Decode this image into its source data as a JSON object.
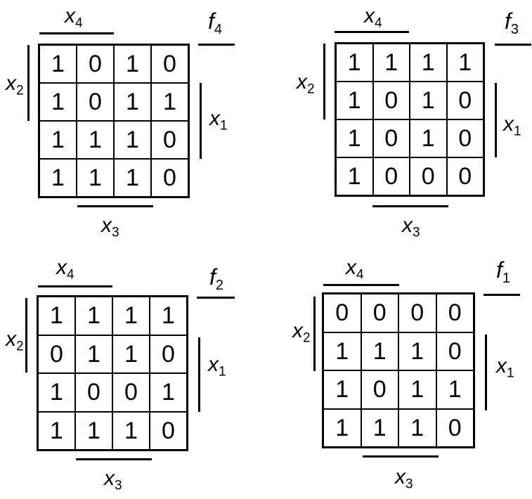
{
  "maps": [
    {
      "function_label": "f",
      "function_index": "4",
      "var_top": "x",
      "var_top_index": "4",
      "var_left": "x",
      "var_left_index": "2",
      "var_right": "x",
      "var_right_index": "1",
      "var_bottom": "x",
      "var_bottom_index": "3",
      "cells": [
        [
          "1",
          "0",
          "1",
          "0"
        ],
        [
          "1",
          "0",
          "1",
          "1"
        ],
        [
          "1",
          "1",
          "1",
          "0"
        ],
        [
          "1",
          "1",
          "1",
          "0"
        ]
      ]
    },
    {
      "function_label": "f",
      "function_index": "3",
      "var_top": "x",
      "var_top_index": "4",
      "var_left": "x",
      "var_left_index": "2",
      "var_right": "x",
      "var_right_index": "1",
      "var_bottom": "x",
      "var_bottom_index": "3",
      "cells": [
        [
          "1",
          "1",
          "1",
          "1"
        ],
        [
          "1",
          "0",
          "1",
          "0"
        ],
        [
          "1",
          "0",
          "1",
          "0"
        ],
        [
          "1",
          "0",
          "0",
          "0"
        ]
      ]
    },
    {
      "function_label": "f",
      "function_index": "2",
      "var_top": "x",
      "var_top_index": "4",
      "var_left": "x",
      "var_left_index": "2",
      "var_right": "x",
      "var_right_index": "1",
      "var_bottom": "x",
      "var_bottom_index": "3",
      "cells": [
        [
          "1",
          "1",
          "1",
          "1"
        ],
        [
          "0",
          "1",
          "1",
          "0"
        ],
        [
          "1",
          "0",
          "0",
          "1"
        ],
        [
          "1",
          "1",
          "1",
          "0"
        ]
      ]
    },
    {
      "function_label": "f",
      "function_index": "1",
      "var_top": "x",
      "var_top_index": "4",
      "var_left": "x",
      "var_left_index": "2",
      "var_right": "x",
      "var_right_index": "1",
      "var_bottom": "x",
      "var_bottom_index": "3",
      "cells": [
        [
          "0",
          "0",
          "0",
          "0"
        ],
        [
          "1",
          "1",
          "1",
          "0"
        ],
        [
          "1",
          "0",
          "1",
          "1"
        ],
        [
          "1",
          "1",
          "1",
          "0"
        ]
      ]
    }
  ]
}
